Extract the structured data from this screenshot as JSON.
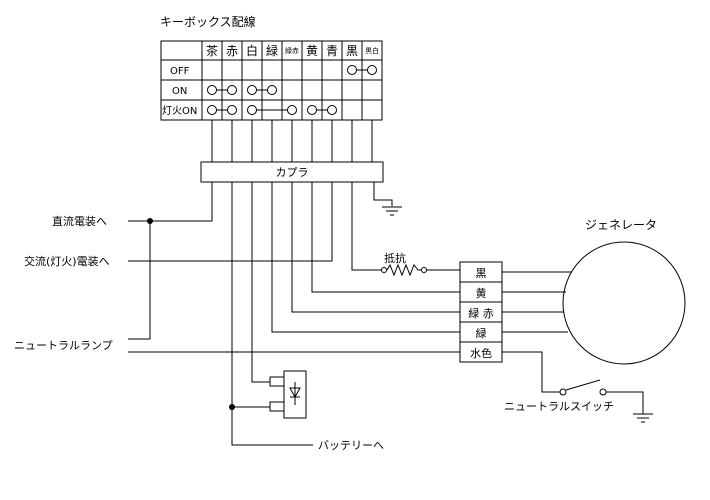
{
  "title": "キーボックス配線",
  "table": {
    "columns": [
      "茶",
      "赤",
      "白",
      "緑",
      "緑赤",
      "黄",
      "青",
      "黒",
      "黒白"
    ],
    "rows": [
      "OFF",
      "ON",
      "灯火ON"
    ]
  },
  "coupler": "カプラ",
  "left_labels": {
    "dc": "直流電装へ",
    "ac": "交流(灯火)電装へ",
    "neutral_lamp": "ニュートラルランプ"
  },
  "resistor": "抵抗",
  "generator": "ジェネレータ",
  "gen_wires": [
    "黒",
    "黄",
    "緑 赤",
    "緑",
    "水色"
  ],
  "neutral_switch": "ニュートラルスイッチ",
  "battery": "バッテリーへ"
}
